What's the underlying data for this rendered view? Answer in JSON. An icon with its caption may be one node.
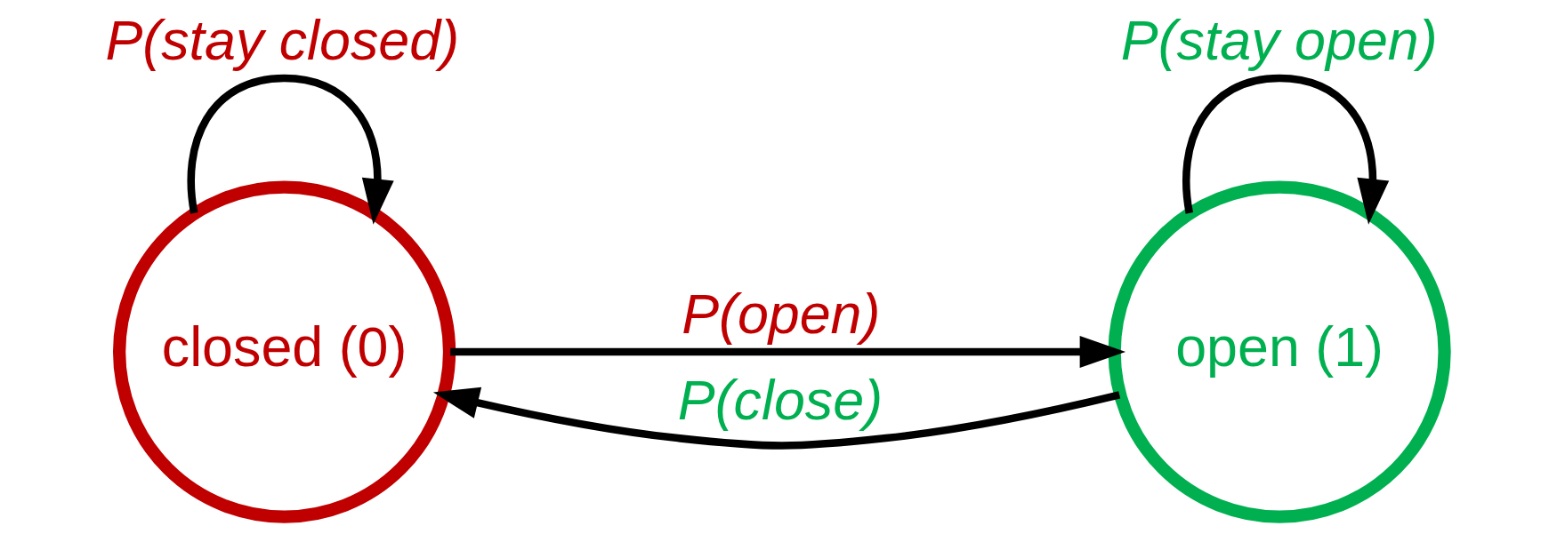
{
  "diagram": {
    "nodes": [
      {
        "text": [
          "closed (0)"
        ]
      },
      {
        "text": [
          "open (1)"
        ]
      }
    ],
    "edges": [
      {
        "from": 0,
        "to": 0,
        "arrow": "to",
        "label": "P(stay closed)"
      },
      {
        "from": 0,
        "to": 1,
        "arrow": "to",
        "label": "P(open)"
      },
      {
        "from": 1,
        "to": 1,
        "arrow": "to",
        "label": "P(stay open)"
      },
      {
        "from": 1,
        "to": 0,
        "arrow": "to",
        "label": "P(close)"
      }
    ]
  }
}
